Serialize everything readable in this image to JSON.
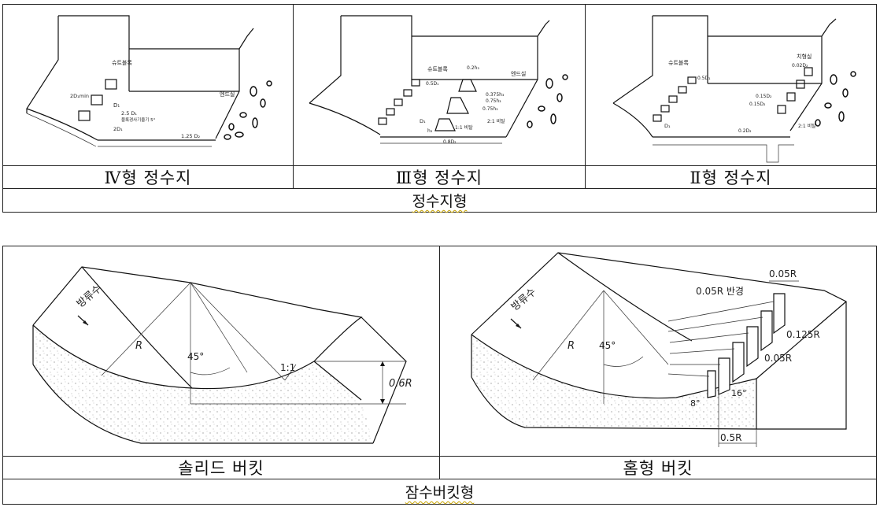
{
  "top_table": {
    "panels": [
      {
        "caption": "Ⅳ형 정수지",
        "labels": {
          "chute_block": "슈트블록",
          "end_sill": "엔드실",
          "d1": "D₁",
          "d1min": "2D₁min",
          "spacing": "2.5 D₁",
          "slope_note": "블록경사기울기 5°",
          "d2": "2D₁",
          "end_h": "1.25 D₂"
        }
      },
      {
        "caption": "Ⅲ형 정수지",
        "labels": {
          "chute_block": "슈트블록",
          "end_sill": "엔드실",
          "d1": "D₁",
          "top": "0.2h₃",
          "spc": "0.5D₁",
          "v1": "0.375h₃",
          "v2": "0.75h₃",
          "v3": "0.75h₃",
          "h3": "h₃",
          "slope": "2:1 비탈",
          "slope2": "1:1 비탈",
          "bottom": "0.8D₂"
        }
      },
      {
        "caption": "Ⅱ형 정수지",
        "labels": {
          "chute_block": "슈트블록",
          "dentated_sill": "치형실",
          "d1": "D₁",
          "spc": "0.5D₁",
          "top": "0.02D₂",
          "a": "0.15D₂",
          "b": "0.15D₂",
          "end": "0.2D₂",
          "slope": "2:1 비탈"
        }
      }
    ],
    "title": "정수지형"
  },
  "bottom_table": {
    "panels": [
      {
        "caption": "솔리드 버킷",
        "labels": {
          "flow": "방류수",
          "radius": "R",
          "angle": "45°",
          "slope": "1:1",
          "height": "0.6R"
        }
      },
      {
        "caption": "홈형 버킷",
        "labels": {
          "flow": "방류수",
          "radius": "R",
          "angle": "45°",
          "tooth_r": "0.05R 반경",
          "w1": "0.05R",
          "w2": "0.125R",
          "w3": "0.05R",
          "a1": "16°",
          "a2": "8°",
          "len": "0.5R"
        }
      }
    ],
    "title": "잠수버킷형"
  }
}
